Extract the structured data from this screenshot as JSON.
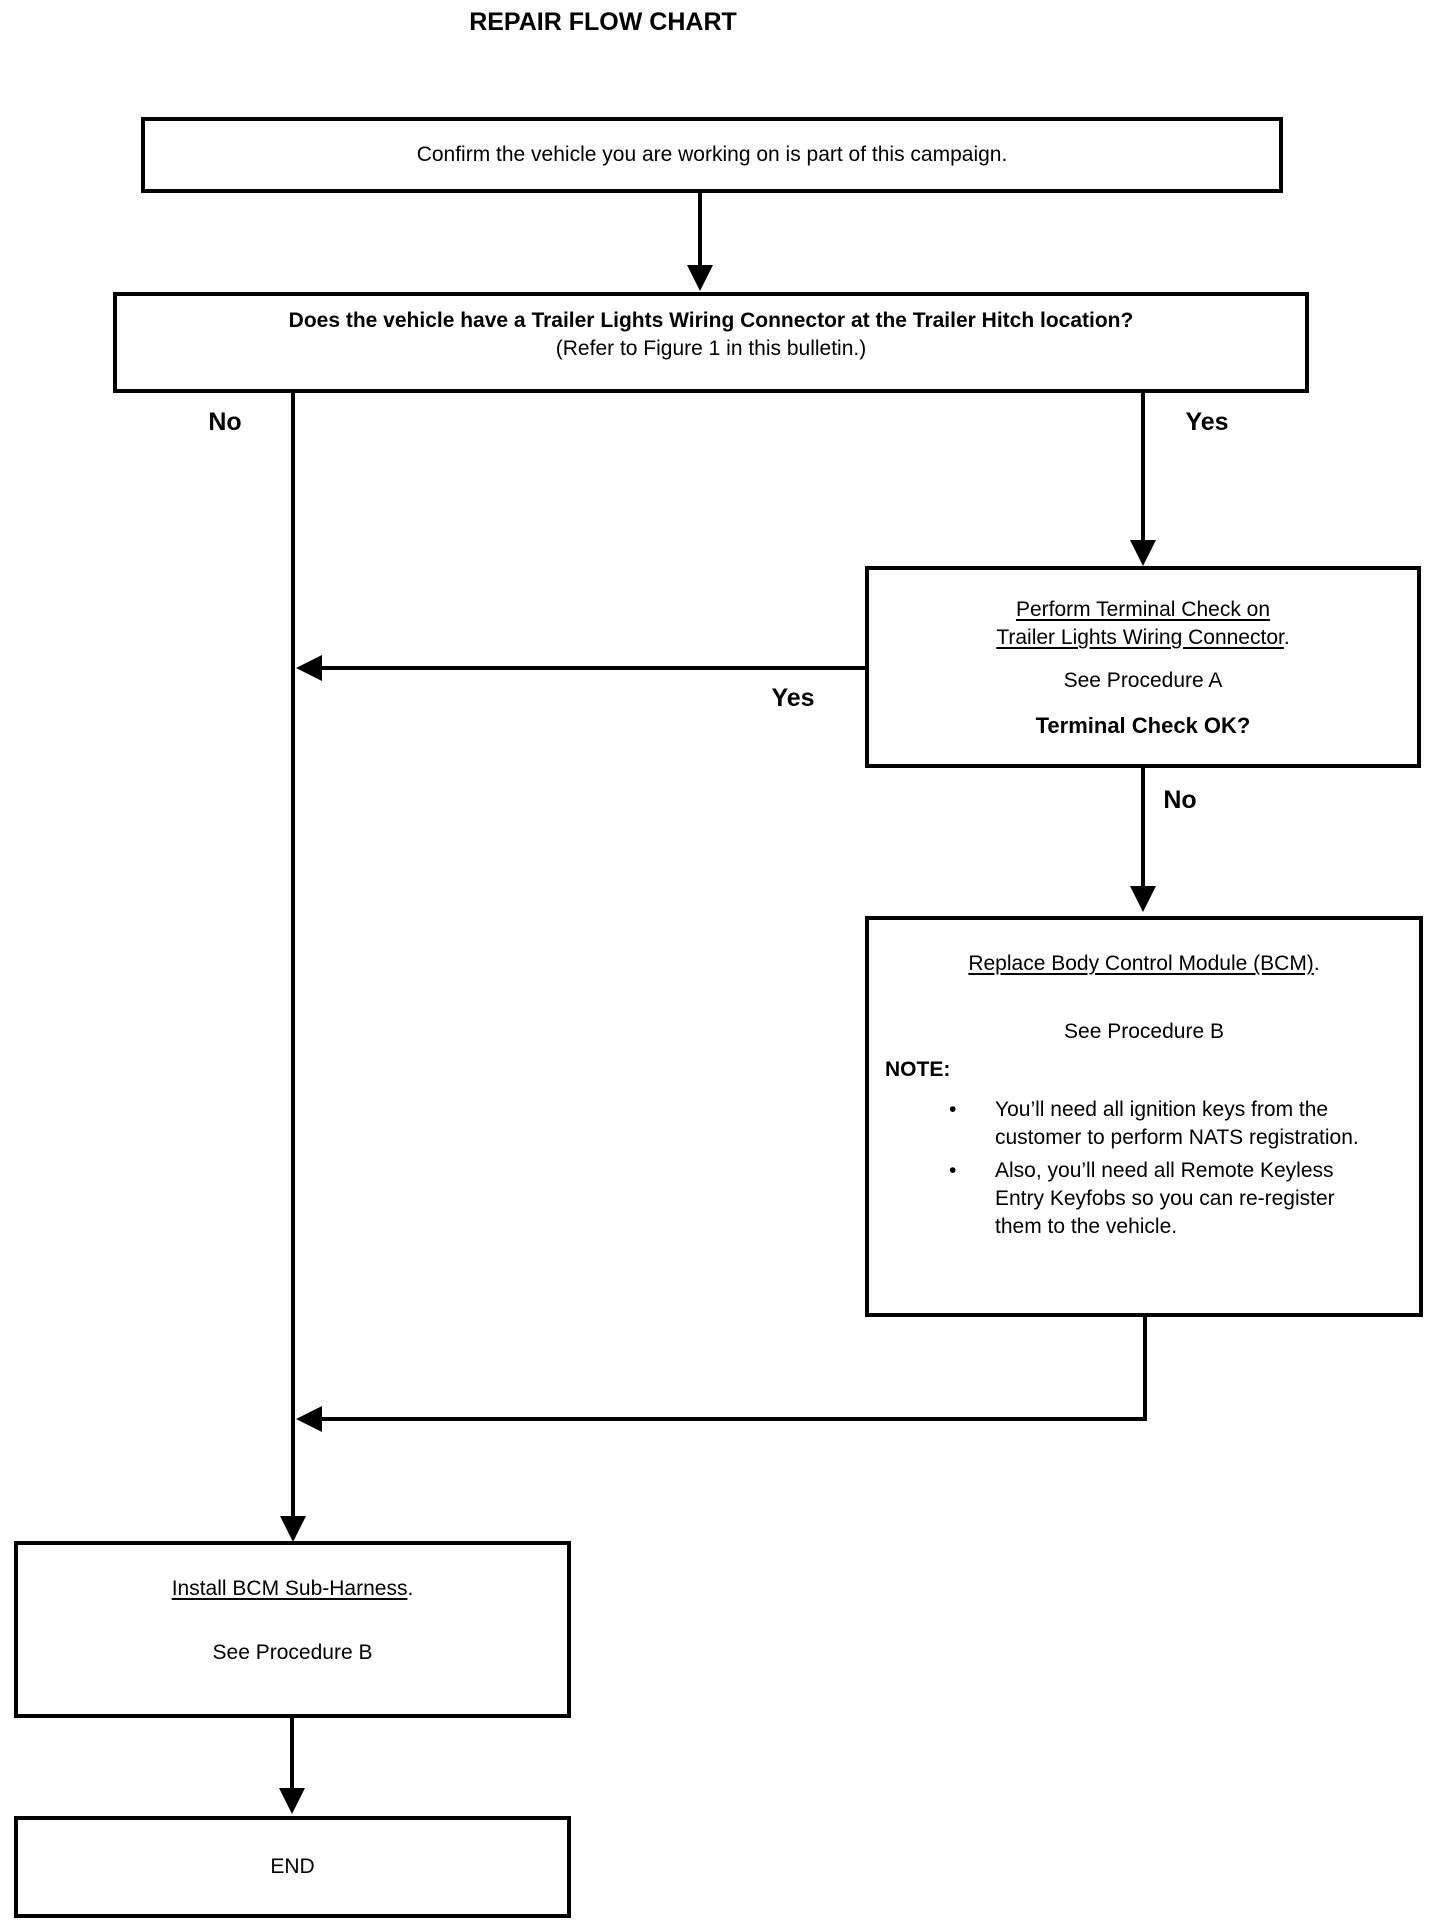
{
  "page": {
    "title": "REPAIR FLOW CHART",
    "background": "#ffffff",
    "ink": "#000000"
  },
  "nodes": {
    "confirm": {
      "text": "Confirm the vehicle you are working on is part of this campaign."
    },
    "question": {
      "line1": "Does the vehicle have a Trailer Lights Wiring Connector at the Trailer Hitch location?",
      "line2": "(Refer to Figure 1 in this bulletin.)"
    },
    "terminal_check": {
      "line1": "Perform Terminal Check on",
      "line2_underline": "Trailer Lights Wiring Connector",
      "line2_suffix": ".",
      "see": "See Procedure A",
      "question": "Terminal Check OK?"
    },
    "replace_bcm": {
      "title_underline": "Replace Body Control Module (BCM)",
      "title_suffix": ".",
      "see": "See Procedure B",
      "note_label": "NOTE:",
      "bullet_glyph": "•",
      "bullets": [
        "You’ll need all ignition keys from the customer to perform NATS registration.",
        "Also, you’ll need all Remote Keyless Entry Keyfobs so you can re-register them to the vehicle."
      ]
    },
    "install_harness": {
      "title_underline": "Install BCM Sub-Harness",
      "title_suffix": ".",
      "see": "See Procedure B"
    },
    "end": {
      "text": "END"
    }
  },
  "labels": {
    "no_left": "No",
    "yes_right": "Yes",
    "yes_back": "Yes",
    "no_down": "No"
  }
}
